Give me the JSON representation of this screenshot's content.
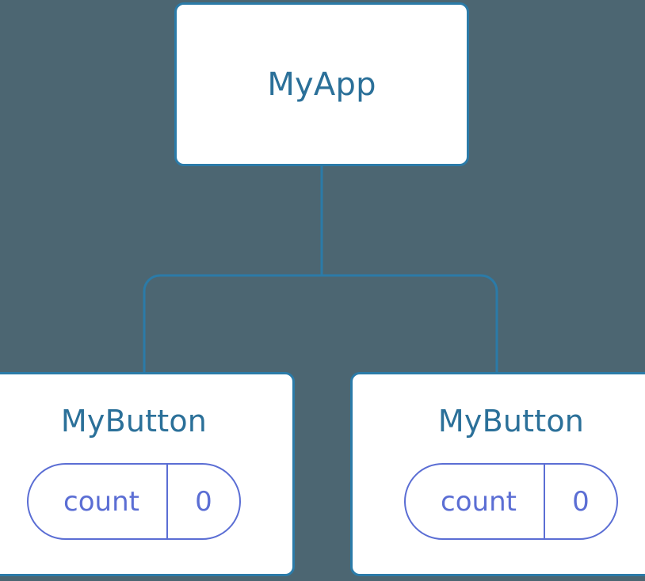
{
  "diagram": {
    "type": "component-tree",
    "background_color": "#4c6672",
    "node_fill_color": "#ffffff",
    "node_border_color": "#2b7ba8",
    "node_title_color": "#2b7099",
    "state_pill_color": "#5b6ed4",
    "connector_color": "#2b7ba8"
  },
  "root": {
    "title": "MyApp"
  },
  "children": [
    {
      "title": "MyButton",
      "state": {
        "key": "count",
        "value": "0"
      }
    },
    {
      "title": "MyButton",
      "state": {
        "key": "count",
        "value": "0"
      }
    }
  ]
}
